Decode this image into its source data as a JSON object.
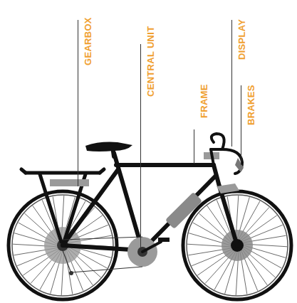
{
  "diagram": {
    "labels": [
      "GEARBOX",
      "CENTRAL UNIT",
      "FRAME",
      "DISPLAY",
      "BRAKES"
    ]
  }
}
